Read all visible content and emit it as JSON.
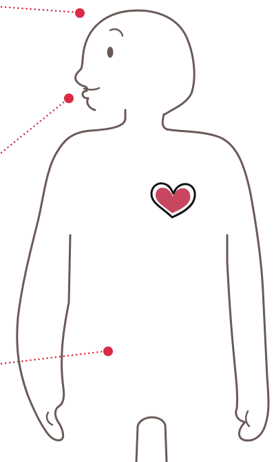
{
  "colors": {
    "background": "#ffffff",
    "outline": "#6a5a57",
    "heart_fill": "#c8465e",
    "heart_outline": "#111111",
    "marker": "#d92b45"
  },
  "icons": {
    "figure": "human-body-outline",
    "heart": "heart-icon",
    "markers": [
      "forehead-marker-dot",
      "mouth-marker-dot",
      "arm-marker-dot"
    ]
  }
}
